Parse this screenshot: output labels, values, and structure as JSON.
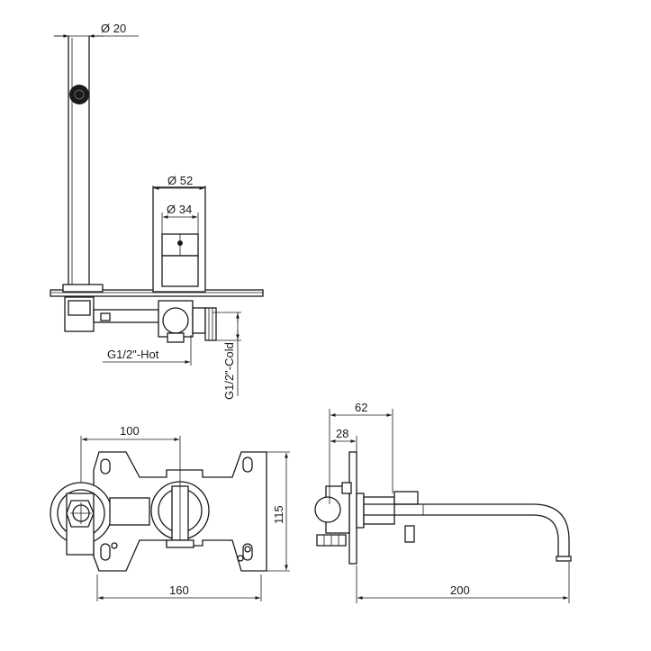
{
  "colors": {
    "line": "#1a1a1a",
    "background": "#ffffff"
  },
  "side_view": {
    "dim_outlet_diameter": "Ø 20",
    "dim_body_diameter": "Ø 52",
    "dim_cartridge_diameter": "Ø 34",
    "label_hot_inlet": "G1/2\"-Hot",
    "label_cold_inlet": "G1/2\"-Cold"
  },
  "front_view": {
    "dim_spacing": "100",
    "dim_width": "160",
    "dim_height": "115"
  },
  "profile_view": {
    "dim_depth_outer": "62",
    "dim_depth_inner": "28",
    "dim_spout_reach": "200"
  }
}
